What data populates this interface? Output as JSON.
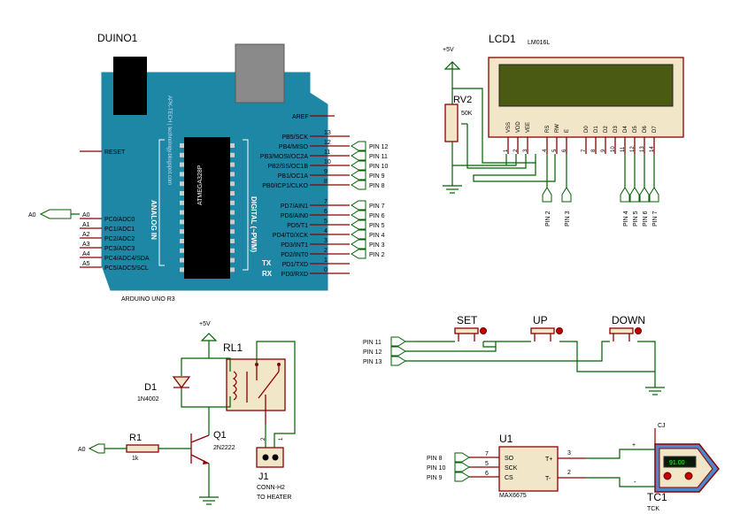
{
  "arduino": {
    "title": "DUINO1",
    "subtitle": "ARDUINO UNO R3",
    "chip_label": "ATMEGA328P",
    "brand": "APK-TECH | technology.blogspot.com",
    "analog_label": "ANALOG IN",
    "digital_label": "DIGITAL (~PWM)",
    "aref": "AREF",
    "reset": "RESET",
    "tx": "TX",
    "rx": "RX",
    "left_pins": [
      {
        "num": "A0",
        "name": "PC0/ADC0"
      },
      {
        "num": "A1",
        "name": "PC1/ADC1"
      },
      {
        "num": "A2",
        "name": "PC2/ADC2"
      },
      {
        "num": "A3",
        "name": "PC3/ADC3"
      },
      {
        "num": "A4",
        "name": "PC4/ADC4/SDA"
      },
      {
        "num": "A5",
        "name": "PC5/ADC5/SCL"
      }
    ],
    "right_pins_top": [
      {
        "num": "13",
        "name": "PB5/SCK",
        "net": ""
      },
      {
        "num": "12",
        "name": "PB4/MISO",
        "net": "PIN 12"
      },
      {
        "num": "11",
        "name": "PB3/MOSI/OC2A",
        "net": "PIN 11"
      },
      {
        "num": "10",
        "name": "PB2/SS/OC1B",
        "net": "PIN 10"
      },
      {
        "num": "9",
        "name": "PB1/OC1A",
        "net": "PIN 9"
      },
      {
        "num": "8",
        "name": "PB0/ICP1/CLKO",
        "net": "PIN 8"
      }
    ],
    "right_pins_bottom": [
      {
        "num": "7",
        "name": "PD7/AIN1",
        "net": "PIN 7"
      },
      {
        "num": "6",
        "name": "PD6/AIN0",
        "net": "PIN 6"
      },
      {
        "num": "5",
        "name": "PD5/T1",
        "net": "PIN 5"
      },
      {
        "num": "4",
        "name": "PD4/T0/XCK",
        "net": "PIN 4"
      },
      {
        "num": "3",
        "name": "PD3/INT1",
        "net": "PIN 3"
      },
      {
        "num": "2",
        "name": "PD2/INT0",
        "net": "PIN 2"
      },
      {
        "num": "1",
        "name": "PD1/TXD",
        "net": ""
      },
      {
        "num": "0",
        "name": "PD0/RXD",
        "net": ""
      }
    ],
    "a0_net": "A0"
  },
  "lcd": {
    "title": "LCD1",
    "model": "LM016L",
    "pin_names": [
      "VSS",
      "VDD",
      "VEE",
      "RS",
      "RW",
      "E",
      "D0",
      "D1",
      "D2",
      "D3",
      "D4",
      "D5",
      "D6",
      "D7"
    ],
    "pin_nums": [
      "1",
      "2",
      "3",
      "4",
      "5",
      "6",
      "7",
      "8",
      "9",
      "10",
      "11",
      "12",
      "13",
      "14"
    ],
    "nets": [
      "PIN 2",
      "PIN 3",
      "PIN 4",
      "PIN 5",
      "PIN 6",
      "PIN 7"
    ],
    "lcd_color": "#4a5a12"
  },
  "pot": {
    "name": "RV2",
    "value": "50K",
    "supply": "+5V"
  },
  "buttons": {
    "labels": [
      "SET",
      "UP",
      "DOWN"
    ],
    "nets": [
      "PIN 11",
      "PIN 12",
      "PIN 13"
    ]
  },
  "relay": {
    "name": "RL1",
    "supply": "+5V",
    "diode_name": "D1",
    "diode_value": "1N4002",
    "transistor_name": "Q1",
    "transistor_value": "2N2222",
    "resistor_name": "R1",
    "resistor_value": "1k",
    "input_net": "A0",
    "connector_name": "J1",
    "connector_value": "CONN-H2",
    "connector_desc": "TO HEATER",
    "pin1": "1",
    "pin2": "2"
  },
  "max": {
    "name": "U1",
    "model": "MAX6675",
    "pins": [
      {
        "net": "PIN 8",
        "num": "7",
        "name": "SO"
      },
      {
        "net": "PIN 10",
        "num": "5",
        "name": "SCK"
      },
      {
        "net": "PIN 9",
        "num": "6",
        "name": "CS"
      }
    ],
    "tplus": "T+",
    "tminus": "T-",
    "tplus_num": "3",
    "tminus_num": "2",
    "plus": "+",
    "minus": "-"
  },
  "thermocouple": {
    "name": "TC1",
    "type": "TCK",
    "cj": "CJ",
    "reading": "91.00"
  }
}
